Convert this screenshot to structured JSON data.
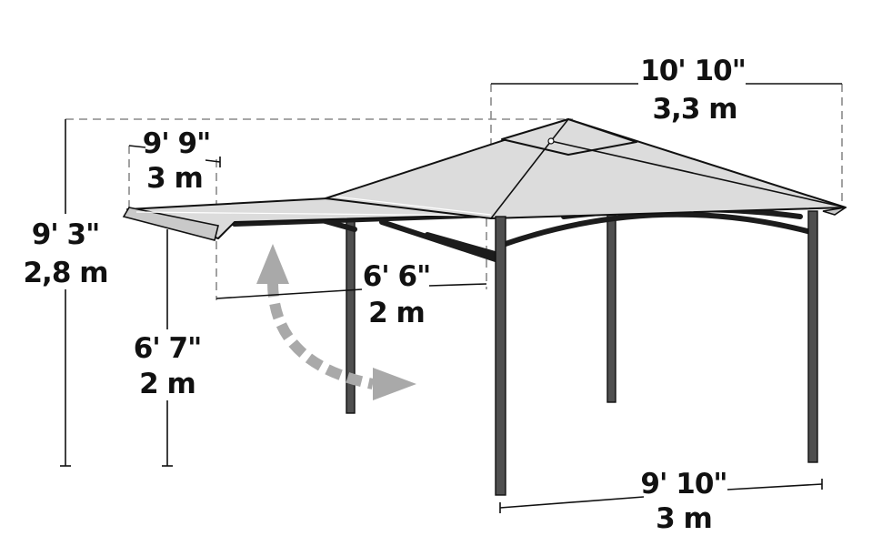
{
  "colors": {
    "canopy": "#dcdcdc",
    "frame": "#4f4f4f",
    "line": "#111111",
    "guide": "#8a8a8a",
    "arrow": "#a9a9a9"
  },
  "dimensions": {
    "top_width": {
      "imperial": "10' 10\"",
      "metric": "3,3 m"
    },
    "awning_width": {
      "imperial": "9' 9\"",
      "metric": "3 m"
    },
    "total_height": {
      "imperial": "9' 3\"",
      "metric": "2,8 m"
    },
    "awning_depth": {
      "imperial": "6' 6\"",
      "metric": "2 m"
    },
    "awning_height": {
      "imperial": "6' 7\"",
      "metric": "2 m"
    },
    "base_width": {
      "imperial": "9' 10\"",
      "metric": "3 m"
    }
  },
  "icons": {
    "awning_arrow": "curved-dashed-arrow-icon"
  }
}
